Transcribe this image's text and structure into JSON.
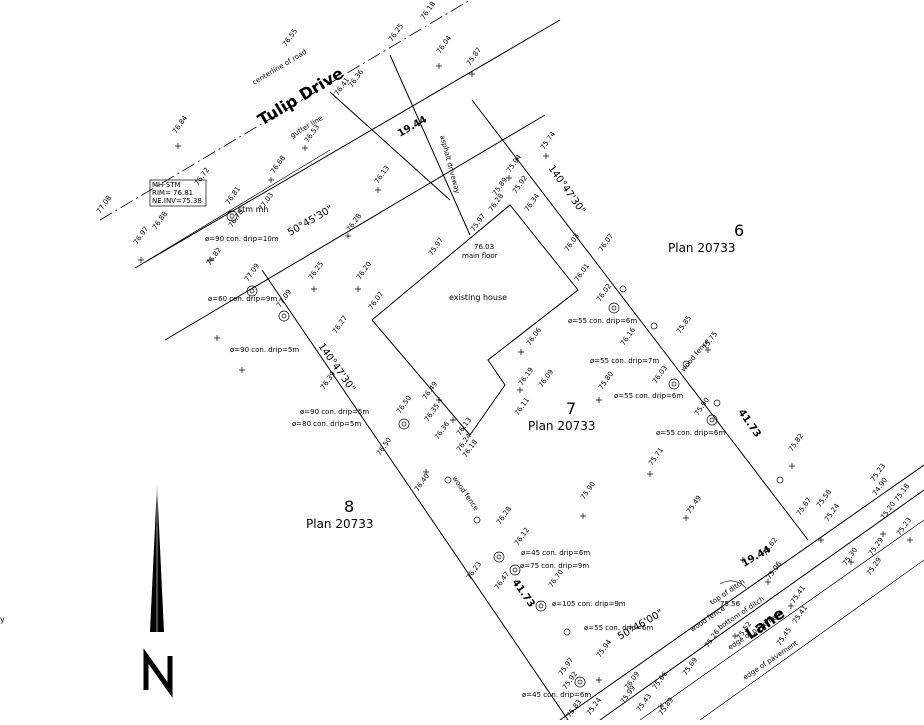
{
  "roads": {
    "tulip_drive": "Tulip Drive",
    "centerline": "centerline of road",
    "gutter": "gutter line",
    "lane": "Lane",
    "edge_pavement_1": "edge of pavement",
    "edge_pavement_2": "edge of pavement",
    "bottom_ditch": "bottom of ditch",
    "top_ditch": "top of ditch"
  },
  "lots": {
    "lot6": {
      "number": "6",
      "plan": "Plan  20733"
    },
    "lot7": {
      "number": "7",
      "plan": "Plan  20733"
    },
    "lot8": {
      "number": "8",
      "plan": "Plan  20733"
    }
  },
  "house": {
    "label": "existing house",
    "main_floor": "main floor",
    "main_floor_elev": "76.03"
  },
  "driveway": "asphalt driveway",
  "dimensions": {
    "front_width": "19.44",
    "rear_width": "19.44",
    "bearing_front": "50°45'30\"",
    "bearing_rear": "50°46'00\"",
    "bearing_side_right": "140°47'30\"",
    "bearing_side_left": "140°47'30\"",
    "depth_right": "41.73",
    "depth_left": "41.73"
  },
  "manhole": {
    "line1": "MH-STM",
    "line2": "RIM=  76.81",
    "line3": "NE.INV=75.38",
    "label": "stm mh"
  },
  "fences": {
    "left": "wood fence",
    "right": "wood fence",
    "rear": "wood fence"
  },
  "trees": [
    {
      "text": "ø=90 con. drip=10m"
    },
    {
      "text": "ø=60 con. drip=9m"
    },
    {
      "text": "ø=90 con. drip=5m"
    },
    {
      "text": "ø=90 con. drip=5m"
    },
    {
      "text": "ø=80 con. drip=5m"
    },
    {
      "text": "ø=55 con. drip=6m"
    },
    {
      "text": "ø=55 con. drip=7m"
    },
    {
      "text": "ø=55 con. drip=6m"
    },
    {
      "text": "ø=55 con. drip=6m"
    },
    {
      "text": "ø=45 con. drip=6m"
    },
    {
      "text": "ø=75 con. drip=9m"
    },
    {
      "text": "ø=105 con. drip=9m"
    },
    {
      "text": "ø=55 con. drip=6m"
    },
    {
      "text": "ø=45 con. drip=6m"
    }
  ],
  "elevations": [
    "77.08",
    "76.97",
    "76.88",
    "76.84",
    "76.72",
    "76.81",
    "76.78",
    "76.55",
    "76.41",
    "76.36",
    "76.25",
    "76.18",
    "76.04",
    "75.87",
    "76.68",
    "76.53",
    "77.03",
    "76.82",
    "76.13",
    "76.28",
    "75.74",
    "75.94",
    "75.92",
    "75.89",
    "76.34",
    "76.28",
    "75.97",
    "75.97",
    "76.03",
    "76.07",
    "76.01",
    "76.25",
    "76.20",
    "76.07",
    "77.09",
    "77.09",
    "76.27",
    "76.39",
    "76.50",
    "76.49",
    "76.35",
    "76.36",
    "76.13",
    "76.50",
    "76.24",
    "76.18",
    "76.40",
    "76.06",
    "76.19",
    "76.09",
    "76.11",
    "76.02",
    "76.16",
    "75.80",
    "76.03",
    "75.85",
    "75.75",
    "75.90",
    "75.82",
    "75.71",
    "75.90",
    "75.49",
    "76.28",
    "76.12",
    "76.23",
    "76.47",
    "76.70",
    "75.94",
    "75.97",
    "75.92",
    "75.83",
    "75.67",
    "75.58",
    "75.24",
    "75.23",
    "74.90",
    "75.18",
    "75.20",
    "75.23",
    "75.29",
    "75.30",
    "75.29",
    "75.62",
    "75.06",
    "75.56",
    "75.41",
    "75.52",
    "75.41",
    "75.45",
    "75.26",
    "76.09",
    "75.99",
    "75.66",
    "75.43",
    "75.89",
    "75.69",
    "75.24"
  ],
  "north_arrow": "N",
  "edge_mark": "y"
}
